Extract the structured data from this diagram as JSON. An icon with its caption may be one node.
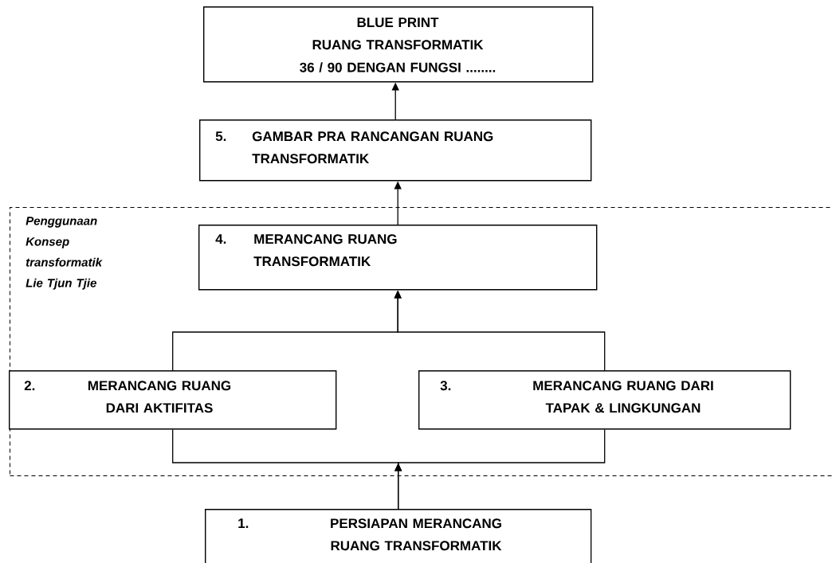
{
  "diagram": {
    "nodes": [
      {
        "text": [
          "BLUE PRINT",
          "RUANG TRANSFORMATIK",
          "36 / 90 DENGAN FUNGSI ........"
        ]
      },
      {
        "text": [
          "5.",
          "GAMBAR PRA RANCANGAN RUANG TRANSFORMATIK"
        ]
      },
      {
        "text": [
          "Penggunaan Konsep transformatik Lie Tjun Tjie"
        ]
      },
      {
        "text": [
          "4.",
          "MERANCANG RUANG TRANSFORMATIK"
        ],
        "in": 2
      },
      {
        "text": [
          "2.",
          "MERANCANG RUANG DARI AKTIFITAS"
        ],
        "in": 2
      },
      {
        "text": [
          "3.",
          "MERANCANG RUANG DARI TAPAK & LINGKUNGAN"
        ],
        "in": 2
      },
      {
        "text": [
          "1.",
          "PERSIAPAN MERANCANG RUANG TRANSFORMATIK"
        ]
      }
    ],
    "edges": [
      {
        "from": 6,
        "to": 4,
        "arrow": "to"
      },
      {
        "from": 6,
        "to": 5,
        "arrow": "to"
      },
      {
        "from": 4,
        "to": 3,
        "arrow": "to"
      },
      {
        "from": 5,
        "to": 3,
        "arrow": "to"
      },
      {
        "from": 3,
        "to": 1,
        "arrow": "to"
      },
      {
        "from": 1,
        "to": 0,
        "arrow": "to"
      }
    ]
  }
}
